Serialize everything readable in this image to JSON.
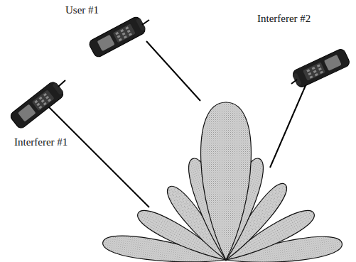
{
  "diagram": {
    "labels": [
      "User #1",
      "Interferer #1",
      "Interferer #2"
    ]
  }
}
